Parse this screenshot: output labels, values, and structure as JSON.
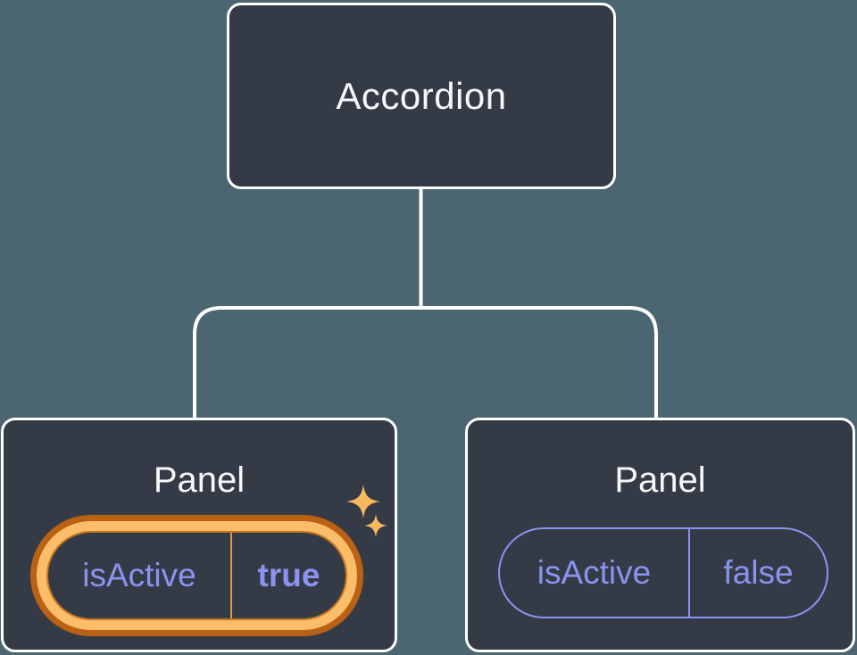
{
  "diagram": {
    "root": {
      "label": "Accordion"
    },
    "panels": [
      {
        "label": "Panel",
        "prop": "isActive",
        "value": "true",
        "highlighted": true
      },
      {
        "label": "Panel",
        "prop": "isActive",
        "value": "false",
        "highlighted": false
      }
    ]
  },
  "icons": {
    "sparkle_large": "four-point-star",
    "sparkle_small": "four-point-star"
  },
  "colors": {
    "canvas_bg": "#4B6670",
    "node_bg": "#343B47",
    "node_border": "#FFFFFF",
    "connector": "#FFFFFF",
    "title_text": "#F5F7F9",
    "state_text": "#8B93F0",
    "state_outline": "#8B93F0",
    "highlight_ring_dark": "#BA6214",
    "highlight_ring_light": "#FBBD68",
    "highlight_divider": "#DD9C42",
    "sparkle_gold": "#F8B95D"
  }
}
